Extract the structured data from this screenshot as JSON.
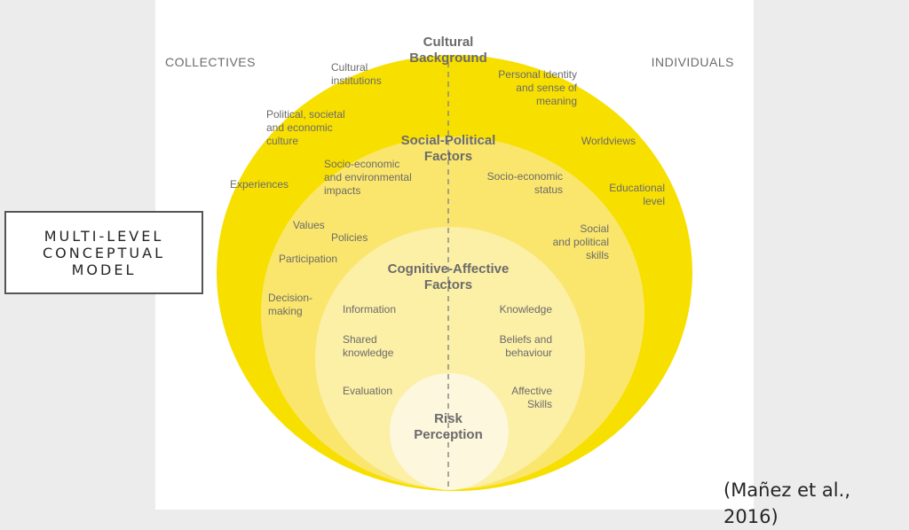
{
  "slide": {
    "title": "MULTI-LEVEL\nCONCEPTUAL\nMODEL",
    "citation": "(Mañez et al.,\n2016)"
  },
  "diagram": {
    "side_labels": {
      "left": "COLLECTIVES",
      "right": "INDIVIDUALS"
    },
    "levels": [
      {
        "heading": [
          "Cultural",
          "Background"
        ],
        "left_items": [
          [
            "Cultural",
            "institutions"
          ],
          [
            "Political, societal",
            "and economic",
            "culture"
          ],
          [
            "Experiences"
          ]
        ],
        "right_items": [
          [
            "Personal identity",
            "and sense of",
            "meaning"
          ],
          [
            "Worldviews"
          ],
          [
            "Educational",
            "level"
          ]
        ]
      },
      {
        "heading": [
          "Social-Political",
          "Factors"
        ],
        "left_items": [
          [
            "Socio-economic",
            "and environmental",
            "impacts"
          ],
          [
            "Values"
          ],
          [
            "Policies"
          ],
          [
            "Participation"
          ],
          [
            "Decision-",
            "making"
          ]
        ],
        "right_items": [
          [
            "Socio-economic",
            "status"
          ],
          [
            "Social",
            "and political",
            "skills"
          ]
        ]
      },
      {
        "heading": [
          "Cognitive-Affective",
          "Factors"
        ],
        "left_items": [
          [
            "Information"
          ],
          [
            "Shared",
            "knowledge"
          ],
          [
            "Evaluation"
          ]
        ],
        "right_items": [
          [
            "Knowledge"
          ],
          [
            "Beliefs and",
            "behaviour"
          ],
          [
            "Affective",
            "Skills"
          ]
        ]
      },
      {
        "heading": [
          "Risk",
          "Perception"
        ],
        "left_items": [],
        "right_items": []
      }
    ],
    "colors": {
      "outer": "#f7df00",
      "second": "#fae66c",
      "third": "#fcefa6",
      "core": "#fdf7dd",
      "text": "#6b6b6b",
      "divider": "#8a8a8a"
    }
  }
}
